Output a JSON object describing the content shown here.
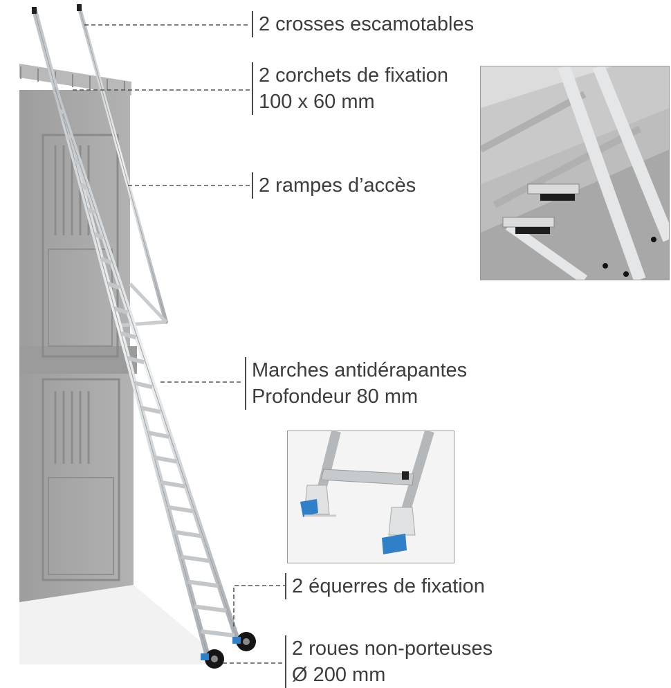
{
  "callouts": {
    "crosses": "2 crosses escamotables",
    "corchets_line1": "2 corchets de fixation",
    "corchets_line2": "100 x 60 mm",
    "rampes": "2 rampes d’accès",
    "marches_line1": "Marches antidérapantes",
    "marches_line2": "Profondeur 80 mm",
    "equerres": "2 équerres de fixation",
    "roues_line1": "2 roues non-porteuses",
    "roues_line2": "Ø 200 mm"
  },
  "colors": {
    "building": "#a9a9a9",
    "building_dark": "#8f8f8f",
    "ladder": "#d6d8da",
    "foot_caps": "#2f7fc9",
    "wheels": "#151515"
  }
}
